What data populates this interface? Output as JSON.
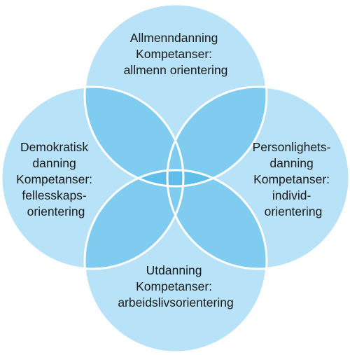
{
  "diagram": {
    "colors": {
      "circle_fill": "#b8e2f7",
      "overlap_fill": "#80ccf0",
      "center_fill": "#5fbdea",
      "stroke": "#ffffff",
      "text": "#1a1a1a"
    },
    "circles": [
      {
        "id": "top",
        "lines": [
          "Allmenndanning",
          "Kompetanser:",
          "allmenn orientering"
        ]
      },
      {
        "id": "left",
        "lines": [
          "Demokratisk",
          "danning",
          "Kompetanser:",
          "fellesskaps-",
          "orientering"
        ]
      },
      {
        "id": "right",
        "lines": [
          "Personlighets-",
          "danning",
          "Kompetanser:",
          "individ-",
          "orientering"
        ]
      },
      {
        "id": "bottom",
        "lines": [
          "Utdanning",
          "Kompetanser:",
          "arbeidslivsorientering"
        ]
      }
    ]
  }
}
